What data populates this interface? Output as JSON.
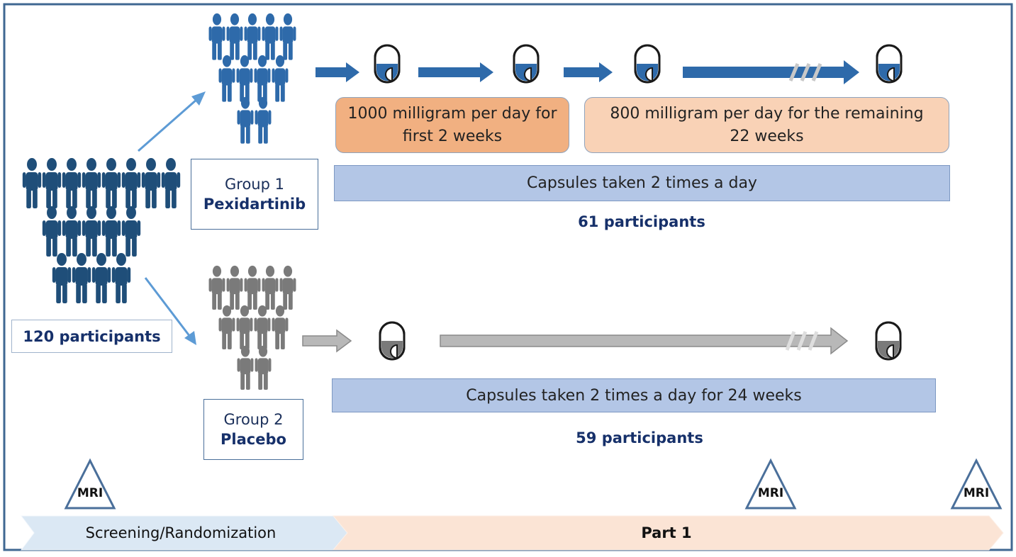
{
  "total_participants": "120 participants",
  "group1": {
    "name": "Group 1",
    "drug": "Pexidartinib",
    "dose_first": "1000 milligram per day for first 2 weeks",
    "dose_remaining": "800 milligram per day for the remaining 22 weeks",
    "schedule": "Capsules taken 2 times a day",
    "participants": "61 participants",
    "color": "#2e6aaa"
  },
  "group2": {
    "name": "Group 2",
    "drug": "Placebo",
    "schedule": "Capsules taken 2 times a day for 24 weeks",
    "participants": "59 participants",
    "color": "#7a7a7a"
  },
  "phases": {
    "screening": "Screening/Randomization",
    "part1": "Part 1"
  },
  "mri_label": "MRI",
  "colors": {
    "pool": "#1f4e79",
    "dose_dark": "#f1b081",
    "dose_light": "#f9d2b6",
    "schedule_band": "#b3c6e6",
    "screening_band": "#dbe8f4",
    "part1_band": "#fbe4d5"
  }
}
